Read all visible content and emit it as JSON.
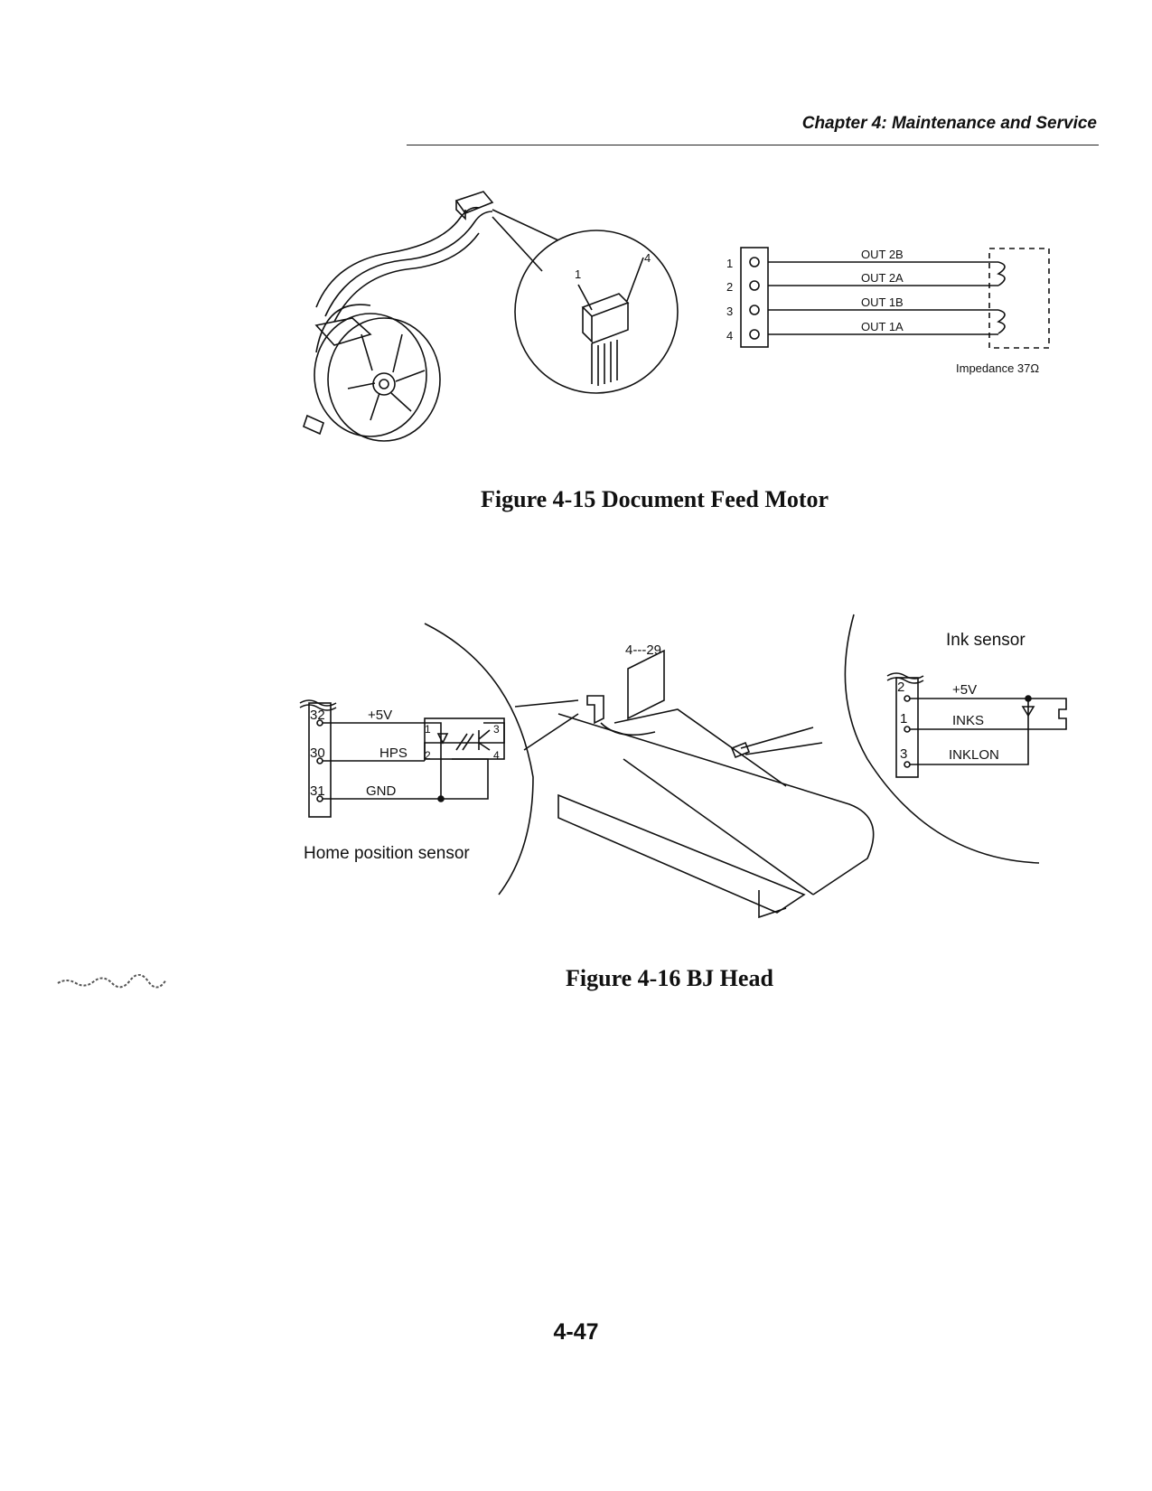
{
  "header": {
    "chapter": "Chapter 4: Maintenance and Service"
  },
  "figure15": {
    "caption": "Figure 4-15 Document Feed Motor",
    "callout_pin_1": "1",
    "callout_pin_4": "4",
    "pins": [
      "1",
      "2",
      "3",
      "4"
    ],
    "signals": [
      "OUT 2B",
      "OUT 2A",
      "OUT 1B",
      "OUT 1A"
    ],
    "impedance": "Impedance 37Ω"
  },
  "figure16": {
    "caption": "Figure 4-16 BJ Head",
    "ref_label": "4---29",
    "home_sensor": {
      "label": "Home position sensor",
      "pins": [
        "32",
        "30",
        "31"
      ],
      "signals": [
        "+5V",
        "HPS",
        "GND"
      ],
      "device_pins": [
        "1",
        "2",
        "3",
        "4"
      ]
    },
    "ink_sensor": {
      "label": "Ink sensor",
      "pins": [
        "2",
        "1",
        "3"
      ],
      "signals": [
        "+5V",
        "INKS",
        "INKLON"
      ]
    }
  },
  "footer": {
    "page_number": "4-47"
  }
}
